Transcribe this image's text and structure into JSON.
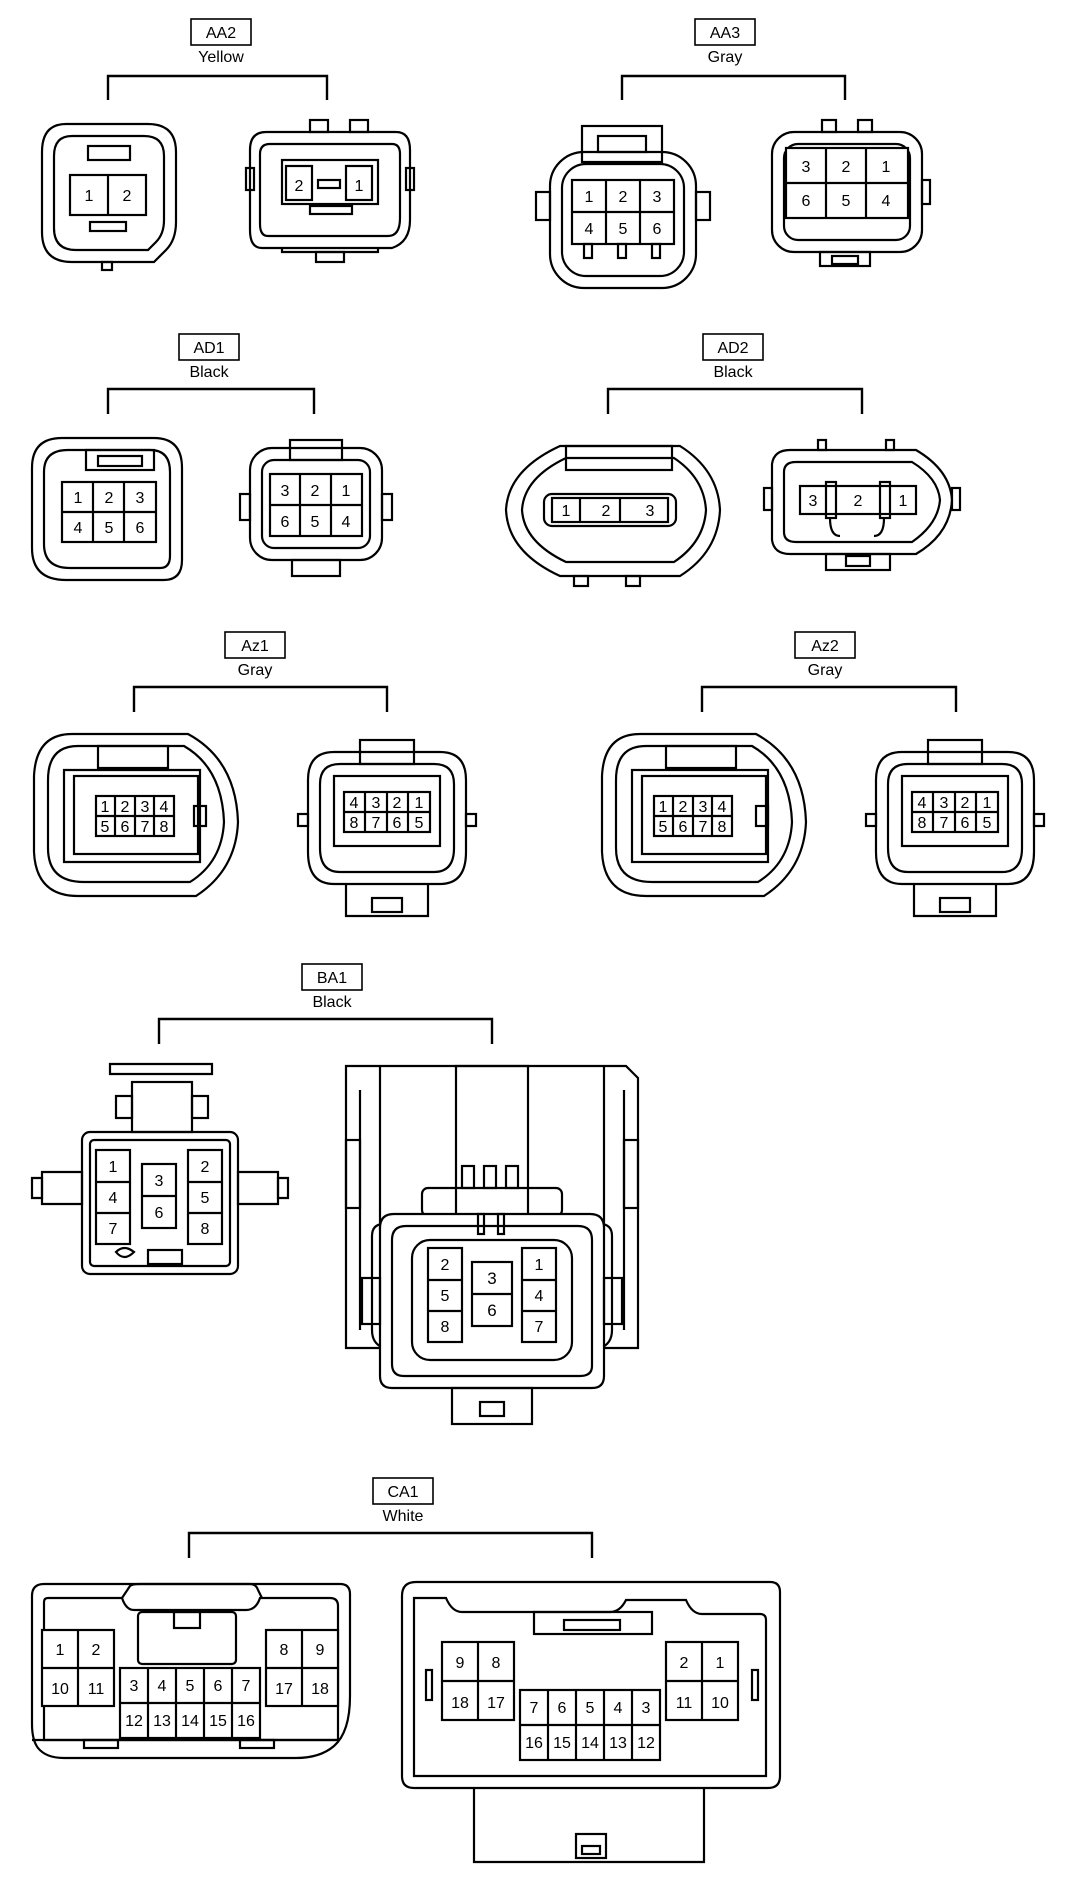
{
  "connectors": [
    {
      "code": "AA2",
      "color": "Yellow",
      "pins": [
        "1",
        "2"
      ]
    },
    {
      "code": "AA3",
      "color": "Gray",
      "pins": [
        "1",
        "2",
        "3",
        "4",
        "5",
        "6"
      ]
    },
    {
      "code": "AD1",
      "color": "Black",
      "pins": [
        "1",
        "2",
        "3",
        "4",
        "5",
        "6"
      ]
    },
    {
      "code": "AD2",
      "color": "Black",
      "pins": [
        "1",
        "2",
        "3"
      ]
    },
    {
      "code": "Az1",
      "color": "Gray",
      "pins": [
        "1",
        "2",
        "3",
        "4",
        "5",
        "6",
        "7",
        "8"
      ]
    },
    {
      "code": "Az2",
      "color": "Gray",
      "pins": [
        "1",
        "2",
        "3",
        "4",
        "5",
        "6",
        "7",
        "8"
      ]
    },
    {
      "code": "BA1",
      "color": "Black",
      "pins": [
        "1",
        "2",
        "3",
        "4",
        "5",
        "6",
        "7",
        "8"
      ]
    },
    {
      "code": "CA1",
      "color": "White",
      "pins": [
        "1",
        "2",
        "3",
        "4",
        "5",
        "6",
        "7",
        "8",
        "9",
        "10",
        "11",
        "12",
        "13",
        "14",
        "15",
        "16",
        "17",
        "18"
      ]
    }
  ]
}
